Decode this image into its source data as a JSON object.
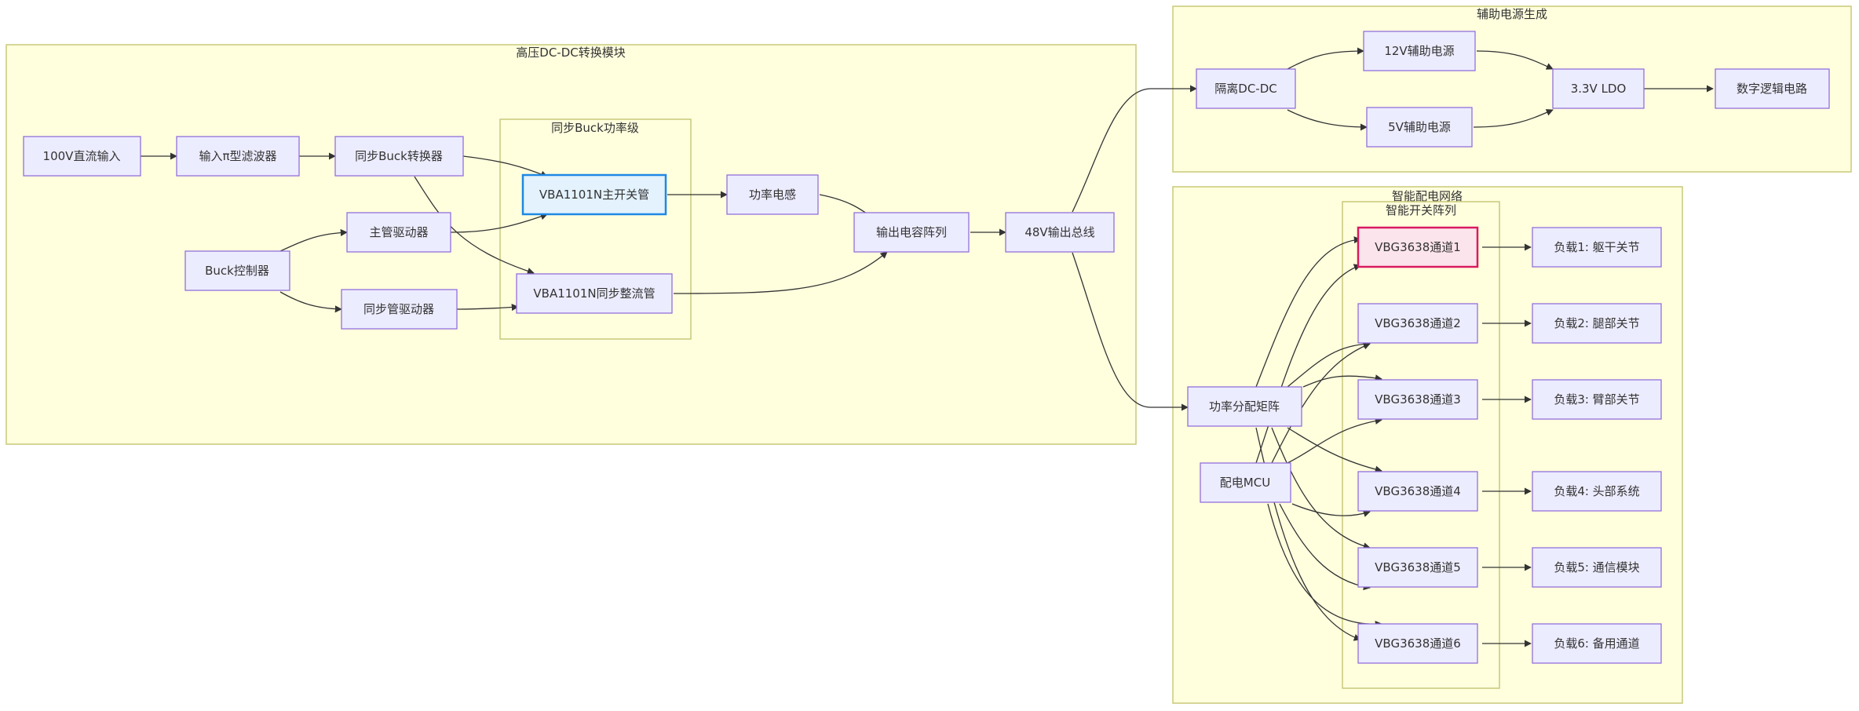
{
  "colors": {
    "cluster_fill": "#ffffde",
    "cluster_stroke": "#c9c97a",
    "node_fill": "#ececff",
    "node_stroke": "#9370db",
    "main_switch_fill": "#e3f2fd",
    "main_switch_stroke": "#1e88e5",
    "channel1_fill": "#fce4ec",
    "channel1_stroke": "#d81b60",
    "edge": "#333333"
  },
  "clusters": {
    "hv": "高压DC-DC转换模块",
    "buck_stage": "同步Buck功率级",
    "aux": "辅助电源生成",
    "pdn": "智能配电网络",
    "switch_array": "智能开关阵列"
  },
  "nodes": {
    "vin": "100V直流输入",
    "pi": "输入π型滤波器",
    "sync_buck": "同步Buck转换器",
    "main_driver": "主管驱动器",
    "buck_ctrl": "Buck控制器",
    "sync_driver": "同步管驱动器",
    "main_switch": "VBA1101N主开关管",
    "sync_rect": "VBA1101N同步整流管",
    "inductor": "功率电感",
    "cap_array": "输出电容阵列",
    "bus48": "48V输出总线",
    "iso_dcdc": "隔离DC-DC",
    "aux12": "12V辅助电源",
    "aux5": "5V辅助电源",
    "ldo33": "3.3V LDO",
    "logic": "数字逻辑电路",
    "matrix": "功率分配矩阵",
    "mcu": "配电MCU",
    "ch1": "VBG3638通道1",
    "ch2": "VBG3638通道2",
    "ch3": "VBG3638通道3",
    "ch4": "VBG3638通道4",
    "ch5": "VBG3638通道5",
    "ch6": "VBG3638通道6",
    "load1": "负载1: 躯干关节",
    "load2": "负载2: 腿部关节",
    "load3": "负载3: 臂部关节",
    "load4": "负载4: 头部系统",
    "load5": "负载5: 通信模块",
    "load6": "负载6: 备用通道"
  }
}
